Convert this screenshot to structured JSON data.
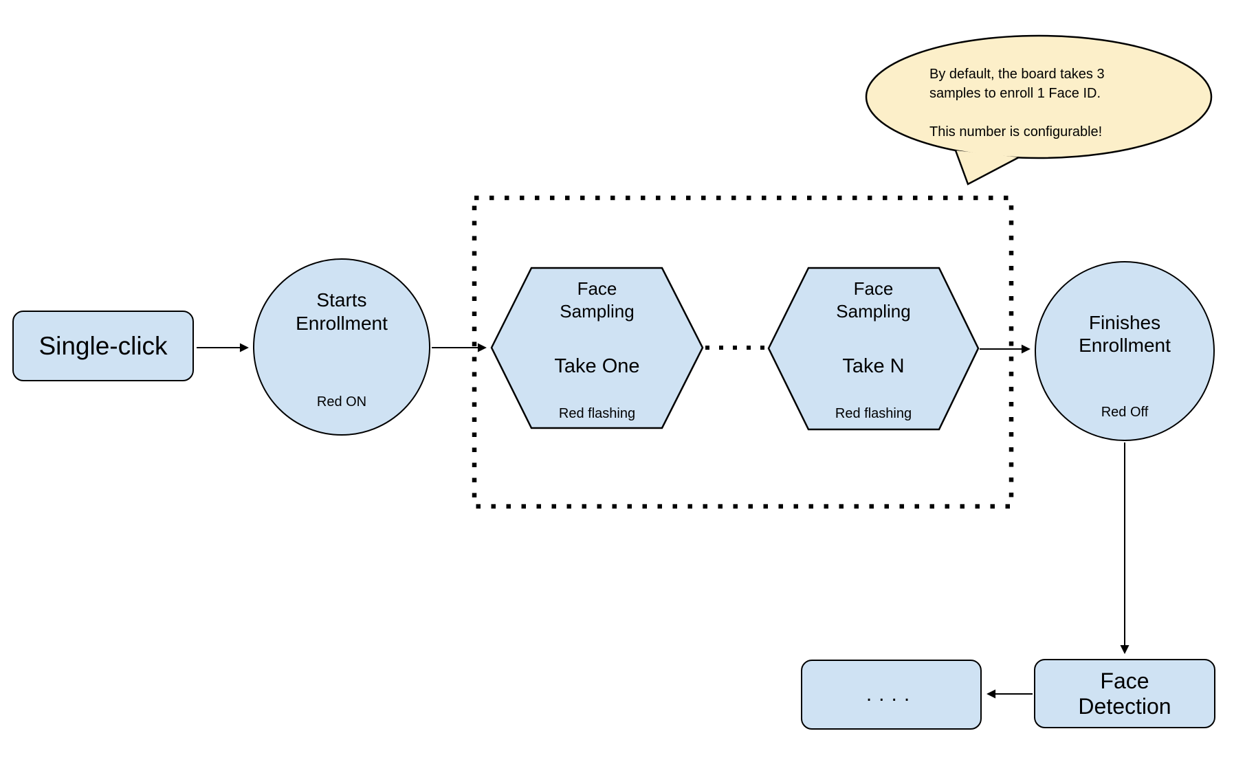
{
  "colors": {
    "node_fill": "#cfe2f3",
    "node_stroke": "#000000",
    "bubble_fill": "#fcefc9",
    "arrow": "#000000"
  },
  "bubble": {
    "lines": [
      "By default, the board takes 3",
      "samples to enroll 1 Face ID.",
      "",
      "This number is configurable!"
    ]
  },
  "nodes": {
    "single_click": {
      "label": "Single-click"
    },
    "starts_enrollment": {
      "title": "Starts Enrollment",
      "status": "Red ON"
    },
    "face_sampling_one": {
      "title": "Face Sampling",
      "step": "Take One",
      "status": "Red flashing"
    },
    "face_sampling_n": {
      "title": "Face Sampling",
      "step": "Take N",
      "status": "Red flashing"
    },
    "finishes_enrollment": {
      "title": "Finishes Enrollment",
      "status": "Red Off"
    },
    "face_detection": {
      "label": "Face Detection"
    },
    "continuation": {
      "label": "...."
    }
  }
}
